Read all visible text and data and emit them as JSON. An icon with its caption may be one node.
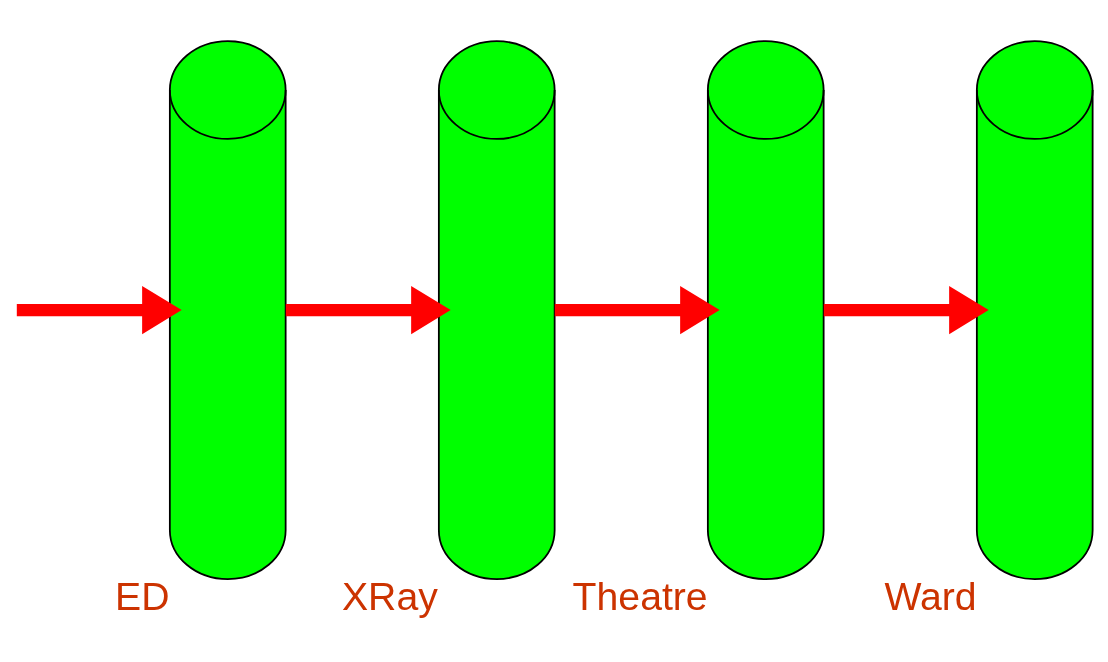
{
  "diagram": {
    "nodes": [
      {
        "text": [],
        "shape": "cylinder",
        "beside": [
          "ED"
        ]
      },
      {
        "text": [],
        "shape": "cylinder",
        "beside": [
          "XRay"
        ]
      },
      {
        "text": [],
        "shape": "cylinder",
        "beside": [
          "Theatre"
        ]
      },
      {
        "text": [],
        "shape": "cylinder",
        "beside": [
          "Ward"
        ]
      }
    ],
    "edges": [
      {
        "from": null,
        "to": 0,
        "arrow": "to",
        "color": "#ff0000"
      },
      {
        "from": 0,
        "to": 1,
        "arrow": "to",
        "color": "#ff0000"
      },
      {
        "from": 1,
        "to": 2,
        "arrow": "to",
        "color": "#ff0000"
      },
      {
        "from": 2,
        "to": 3,
        "arrow": "to",
        "color": "#ff0000"
      }
    ]
  }
}
